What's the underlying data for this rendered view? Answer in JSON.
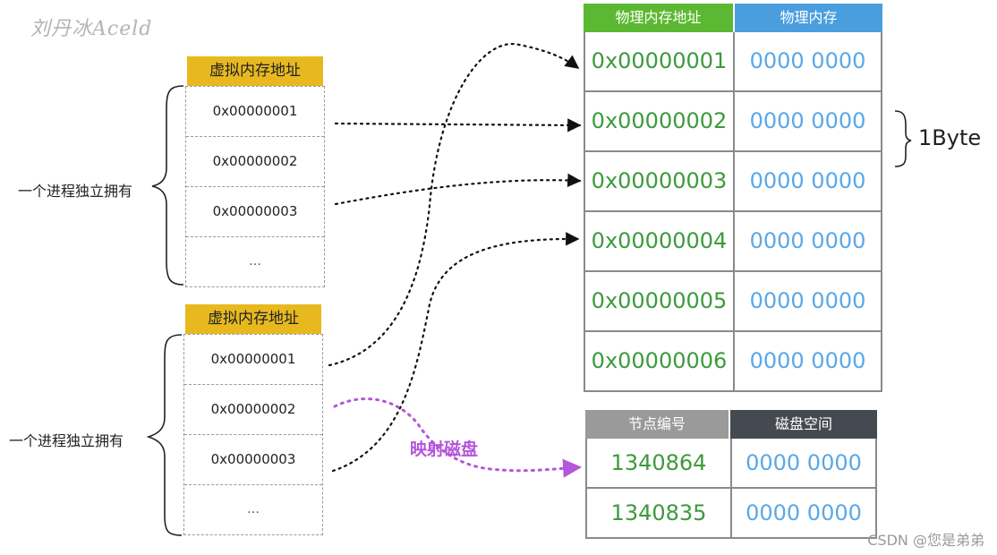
{
  "watermark_top": "刘丹冰Aceld",
  "watermark_bottom": "CSDN @您是弟弟",
  "process_label": "一个进程独立拥有",
  "virtual_tables": [
    {
      "header": "虚拟内存地址",
      "rows": [
        "0x00000001",
        "0x00000002",
        "0x00000003",
        "…"
      ]
    },
    {
      "header": "虚拟内存地址",
      "rows": [
        "0x00000001",
        "0x00000002",
        "0x00000003",
        "…"
      ]
    }
  ],
  "physical_table": {
    "headers": [
      "物理内存地址",
      "物理内存"
    ],
    "rows": [
      [
        "0x00000001",
        "0000 0000"
      ],
      [
        "0x00000002",
        "0000 0000"
      ],
      [
        "0x00000003",
        "0000 0000"
      ],
      [
        "0x00000004",
        "0000 0000"
      ],
      [
        "0x00000005",
        "0000 0000"
      ],
      [
        "0x00000006",
        "0000 0000"
      ]
    ]
  },
  "byte_label": "1Byte",
  "disk_table": {
    "headers": [
      "节点编号",
      "磁盘空间"
    ],
    "rows": [
      [
        "1340864",
        "0000 0000"
      ],
      [
        "1340835",
        "0000 0000"
      ]
    ]
  },
  "disk_map_label": "映射磁盘",
  "colors": {
    "virtual_header": "#e7b91f",
    "physical_addr_header": "#5cb832",
    "physical_mem_header": "#4a9ede",
    "disk_node_header": "#9a9a9a",
    "disk_space_header": "#454a52",
    "address_text": "#3c9a3c",
    "value_text": "#5aa8e8",
    "disk_arrow": "#b356d9"
  }
}
